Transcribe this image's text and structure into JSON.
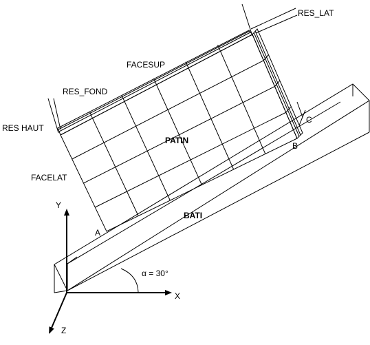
{
  "labels": {
    "res_lat": "RES_LAT",
    "facesup": "FACESUP",
    "res_fond": "RES_FOND",
    "res_haut": "RES  HAUT",
    "facelat": "FACELAT",
    "patin": "PATIN",
    "bati": "BATI",
    "point_a": "A",
    "point_b": "B",
    "point_c": "C",
    "axis_x": "X",
    "axis_y": "Y",
    "axis_z": "Z",
    "angle": "α = 30°"
  },
  "mesh": {
    "columns": 6,
    "rows": 4
  },
  "colors": {
    "stroke": "#000000",
    "background": "#ffffff"
  }
}
